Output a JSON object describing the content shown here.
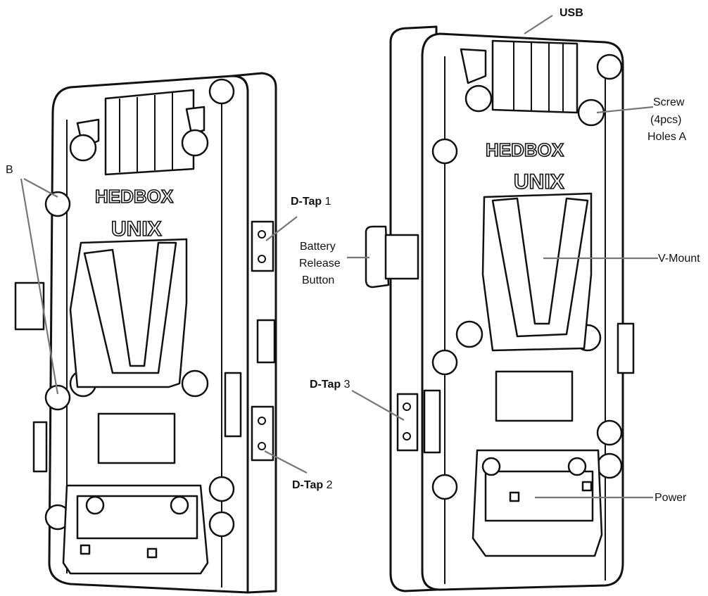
{
  "brand": {
    "logo_text": "HEDBOX",
    "model_text": "UNIX"
  },
  "labels": {
    "usb": "USB",
    "screw_line1": "Screw",
    "screw_line2": "(4pcs)",
    "screw_line3": "Holes A",
    "b": "B",
    "dtap1_bold": "D-Tap",
    "dtap1_num": " 1",
    "battery_line1": "Battery",
    "battery_line2": "Release",
    "battery_line3": "Button",
    "vmount": "V-Mount",
    "dtap3_bold": "D-Tap",
    "dtap3_num": " 3",
    "dtap2_bold": "D-Tap",
    "dtap2_num": " 2",
    "power": "Power"
  },
  "colors": {
    "line": "#111111",
    "leader": "#777777",
    "background": "#ffffff"
  }
}
